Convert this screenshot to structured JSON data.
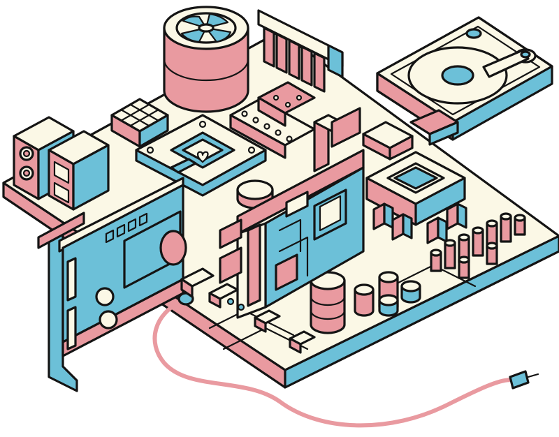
{
  "illustration": {
    "palette": {
      "cream": "#fbf8e6",
      "pink": "#e99aa0",
      "blue": "#6cc0d8",
      "outline": "#141414",
      "background": "#ffffff"
    },
    "components": [
      "motherboard",
      "cpu-fan",
      "ram-sticks",
      "hard-drive",
      "cpu-socket",
      "graphics-card",
      "network-card",
      "chipset",
      "capacitors",
      "audio-jacks",
      "connector-block",
      "cable"
    ]
  }
}
